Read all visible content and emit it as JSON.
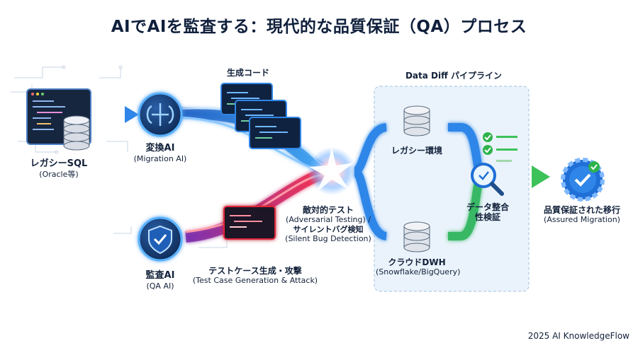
{
  "title": "AIでAIを監査する：現代的な品質保証（QA）プロセス",
  "legacy": {
    "label": "レガシーSQL",
    "sub": "(Oracle等)"
  },
  "migration_ai": {
    "label": "変換AI",
    "sub": "(Migration AI)"
  },
  "generated_code": {
    "label": "生成コード"
  },
  "qa_ai": {
    "label": "監査AI",
    "sub": "(QA AI)"
  },
  "test_case": {
    "label": "テストケース生成・攻撃",
    "sub": "(Test Case Generation & Attack)"
  },
  "adversarial": {
    "line1": "敵対的テスト",
    "line2": "(Adversarial Testing) /",
    "line3": "サイレントバグ検知",
    "line4": "(Silent Bug Detection)"
  },
  "pipeline": {
    "title": "Data Diff パイプライン",
    "legacy_env": "レガシー環境",
    "cloud": "クラウドDWH",
    "cloud_sub": "(Snowflake/BigQuery)"
  },
  "check": {
    "line1": "データ整合",
    "line2": "性検証"
  },
  "result": {
    "label": "品質保証された移行",
    "sub": "(Assured Migration)"
  },
  "footer": "2025 AI KnowledgeFlow",
  "colors": {
    "blue": "#1f6fd6",
    "red": "#e0283a",
    "green": "#2db34a",
    "navy": "#12213a",
    "panel": "#eaf3fb"
  },
  "icons": [
    "sql-code-icon",
    "database-icon",
    "brain-chip-icon",
    "code-window-icon",
    "shield-check-icon",
    "collision-spark-icon",
    "magnifier-icon",
    "checklist-icon",
    "gear-check-icon"
  ]
}
